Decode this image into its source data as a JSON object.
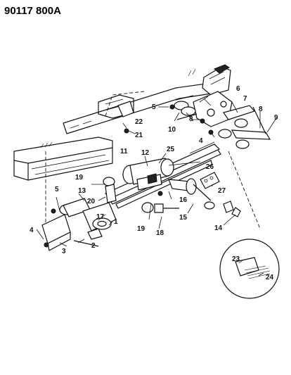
{
  "header": {
    "code": "90117  800A"
  },
  "callouts": [
    {
      "id": "c1",
      "text": "1"
    },
    {
      "id": "c2",
      "text": "2"
    },
    {
      "id": "c3",
      "text": "3"
    },
    {
      "id": "c4a",
      "text": "4"
    },
    {
      "id": "c4b",
      "text": "4"
    },
    {
      "id": "c5a",
      "text": "5"
    },
    {
      "id": "c5b",
      "text": "5"
    },
    {
      "id": "c6",
      "text": "6"
    },
    {
      "id": "c7",
      "text": "7"
    },
    {
      "id": "c8a",
      "text": "8"
    },
    {
      "id": "c8b",
      "text": "8"
    },
    {
      "id": "c9",
      "text": "9"
    },
    {
      "id": "c10",
      "text": "10"
    },
    {
      "id": "c11",
      "text": "11"
    },
    {
      "id": "c12",
      "text": "12"
    },
    {
      "id": "c13",
      "text": "13"
    },
    {
      "id": "c14",
      "text": "14"
    },
    {
      "id": "c15",
      "text": "15"
    },
    {
      "id": "c16",
      "text": "16"
    },
    {
      "id": "c17",
      "text": "17"
    },
    {
      "id": "c18",
      "text": "18"
    },
    {
      "id": "c19a",
      "text": "19"
    },
    {
      "id": "c19b",
      "text": "19"
    },
    {
      "id": "c20",
      "text": "20"
    },
    {
      "id": "c21",
      "text": "21"
    },
    {
      "id": "c22",
      "text": "22"
    },
    {
      "id": "c23",
      "text": "23"
    },
    {
      "id": "c24",
      "text": "24"
    },
    {
      "id": "c25",
      "text": "25"
    },
    {
      "id": "c26",
      "text": "26"
    },
    {
      "id": "c27",
      "text": "27"
    }
  ]
}
